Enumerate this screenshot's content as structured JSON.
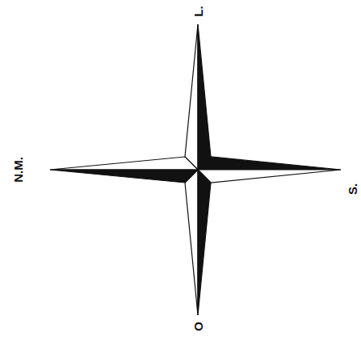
{
  "diagram": {
    "labels": [
      "L.",
      "N.M.",
      "S.",
      "O"
    ]
  }
}
